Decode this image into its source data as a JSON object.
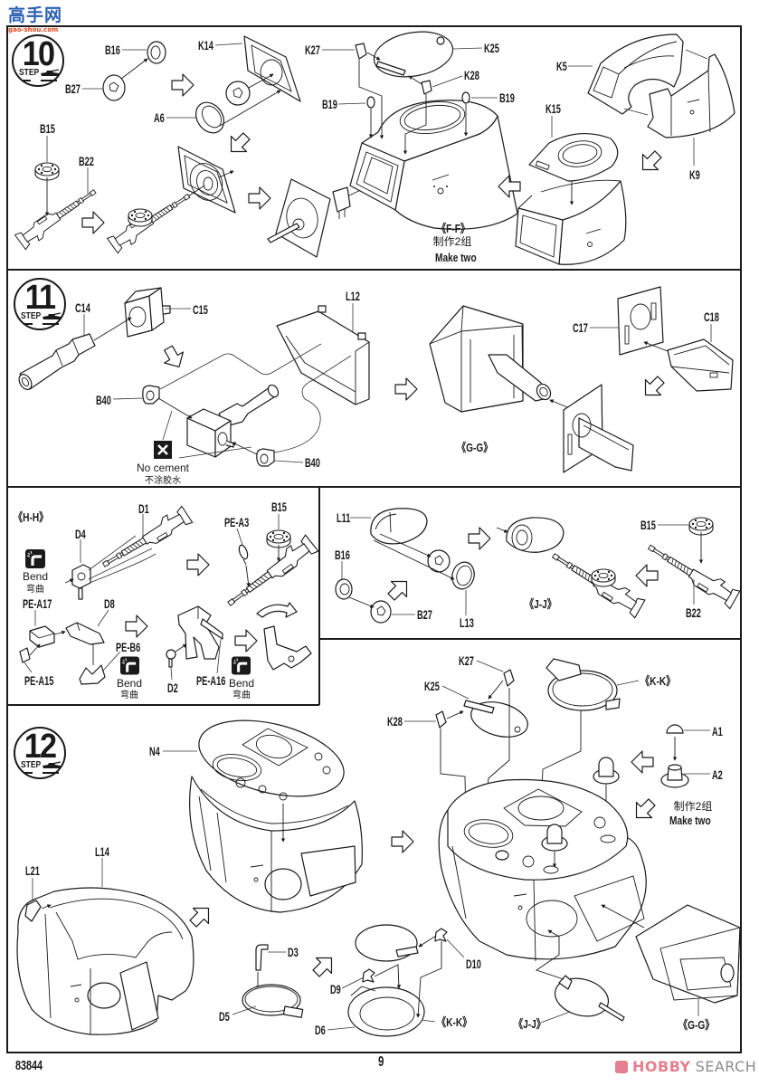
{
  "site_logo": {
    "name": "高手网",
    "url": "gao-shou.com"
  },
  "step10": {
    "badge": {
      "number": "10",
      "word": "STEP"
    },
    "labels": [
      "B16",
      "B27",
      "K14",
      "A6",
      "B15",
      "B22",
      "K27",
      "K25",
      "K28",
      "B19",
      "B19",
      "K5",
      "K15",
      "K9"
    ],
    "subassembly": "《F-F》",
    "note_cn": "制作2组",
    "note_en": "Make two"
  },
  "step11": {
    "badge": {
      "number": "11",
      "word": "STEP"
    },
    "labels": [
      "C14",
      "C15",
      "L12",
      "B40",
      "B40",
      "C17",
      "C18"
    ],
    "subassembly": "《G-G》",
    "no_cement": {
      "icon": "no-cement-icon",
      "en": "No cement",
      "cn": "不涂胶水"
    }
  },
  "subassembly_hh": {
    "title": "《H-H》",
    "labels": [
      "D1",
      "D4",
      "PE-A17",
      "D8",
      "PE-B6",
      "PE-A15",
      "D2",
      "PE-A16",
      "PE-A3",
      "B15"
    ],
    "bend_notes": [
      {
        "icon": "bend-icon",
        "en": "Bend",
        "cn": "弯曲"
      },
      {
        "icon": "bend-icon",
        "en": "Bend",
        "cn": "弯曲"
      },
      {
        "icon": "bend-icon",
        "en": "Bend",
        "cn": "弯曲"
      }
    ]
  },
  "subassembly_jj": {
    "title": "《J-J》",
    "labels": [
      "L11",
      "B16",
      "B27",
      "L13",
      "B15",
      "B22"
    ]
  },
  "step12": {
    "badge": {
      "number": "12",
      "word": "STEP"
    },
    "labels": [
      "N4",
      "L14",
      "L21",
      "D3",
      "D5",
      "D9",
      "D6",
      "D10",
      "K27",
      "K25",
      "K28",
      "A1",
      "A2"
    ],
    "callouts": [
      "《K-K》",
      "《K-K》",
      "《J-J》",
      "《G-G》"
    ],
    "note_cn": "制作2组",
    "note_en": "Make two"
  },
  "footer": {
    "kit_number": "83844",
    "page_number": "9",
    "watermark": {
      "brand": "HOBBY",
      "suffix": "SEARCH"
    }
  },
  "colors": {
    "ink": "#1a1a1a",
    "paper": "#ffffff",
    "watermark_pink": "#e47f8f",
    "watermark_gray": "#8c8c8c",
    "logo_blue": "#2a5fb2",
    "logo_red": "#e2471c"
  }
}
